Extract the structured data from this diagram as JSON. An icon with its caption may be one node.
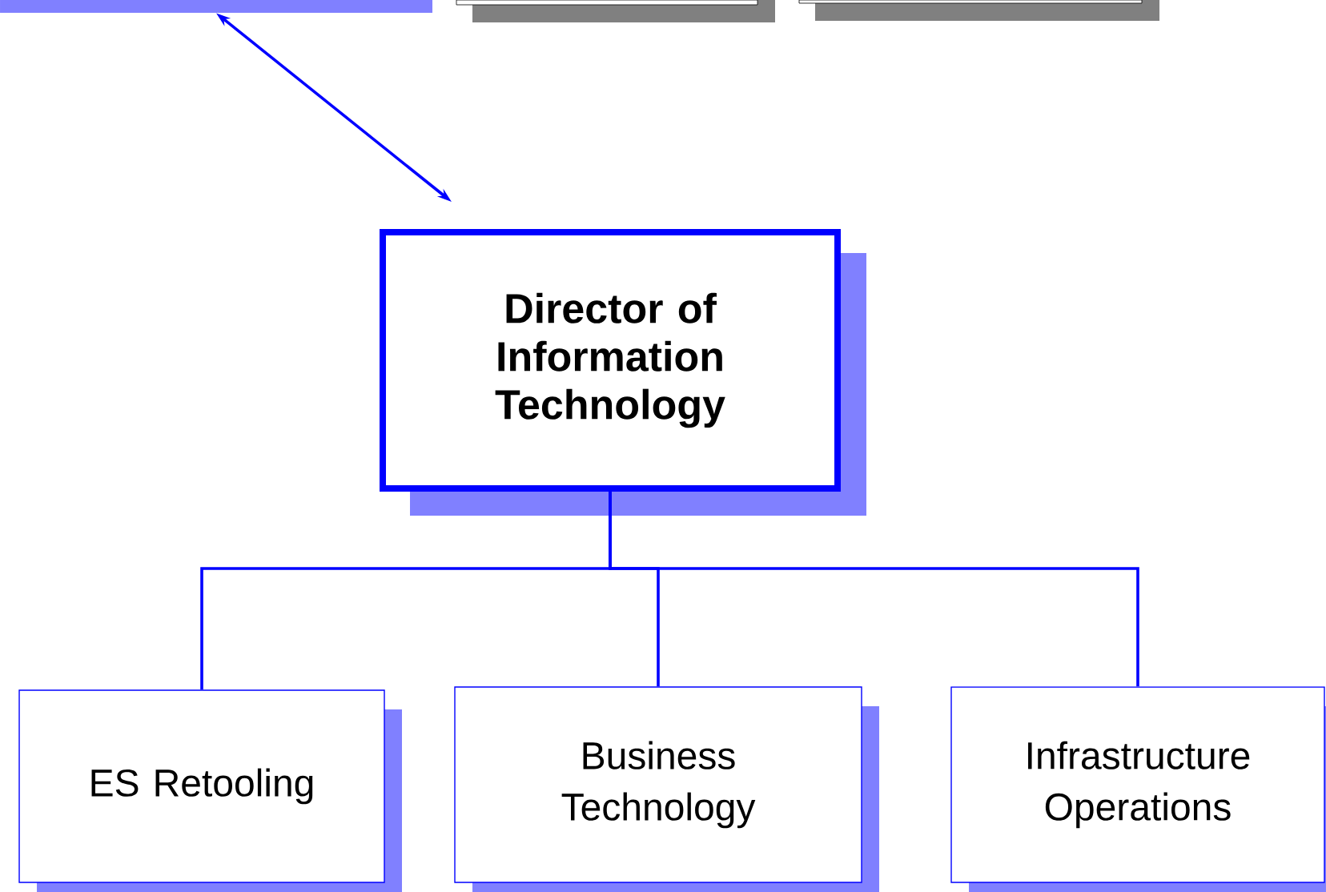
{
  "diagram": {
    "nodes": [
      {
        "text": [],
        "shape": "box"
      },
      {
        "text": [],
        "shape": "box"
      },
      {
        "text": [],
        "shape": "box"
      },
      {
        "text": [
          "Director of Information Technology"
        ]
      },
      {
        "text": [
          "ES Retooling"
        ]
      },
      {
        "text": [
          "Business Technology"
        ]
      },
      {
        "text": [
          "Infrastructure Operations"
        ]
      }
    ],
    "edges": [
      {
        "from": 0,
        "to": 3,
        "arrow": "both"
      },
      {
        "from": 3,
        "to": 4,
        "arrow": "none"
      },
      {
        "from": 3,
        "to": 5,
        "arrow": "none"
      },
      {
        "from": 3,
        "to": 6,
        "arrow": "none"
      }
    ]
  }
}
